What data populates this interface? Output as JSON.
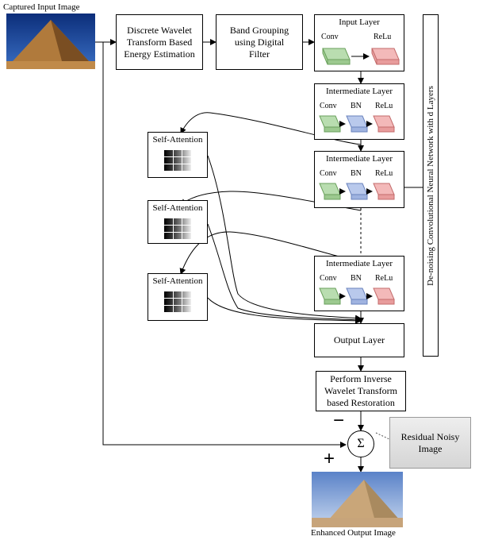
{
  "input_caption": "Captured Input Image",
  "output_caption": "Enhanced Output Image",
  "dwt_box": "Discrete Wavelet Transform Based Energy Estimation",
  "band_box": "Band Grouping using Digital Filter",
  "cnn_label": "De-noising Convolutional Neural Network with d Layers",
  "input_layer": {
    "title": "Input Layer",
    "conv": "Conv",
    "relu": "ReLu"
  },
  "intermediate_layers": [
    {
      "title": "Intermediate Layer",
      "conv": "Conv",
      "bn": "BN",
      "relu": "ReLu"
    },
    {
      "title": "Intermediate Layer",
      "conv": "Conv",
      "bn": "BN",
      "relu": "ReLu"
    },
    {
      "title": "Intermediate Layer",
      "conv": "Conv",
      "bn": "BN",
      "relu": "ReLu"
    }
  ],
  "self_attention": [
    "Self-Attention",
    "Self-Attention",
    "Self-Attention"
  ],
  "output_layer": "Output Layer",
  "inverse_box": "Perform Inverse Wavelet Transform based Restoration",
  "residual": "Residual Noisy Image",
  "sum_symbol": "Σ",
  "minus": "−",
  "plus": "+",
  "colors": {
    "conv": "#b9ddb0",
    "bn": "#b9c9ec",
    "relu": "#f3b9b9"
  }
}
